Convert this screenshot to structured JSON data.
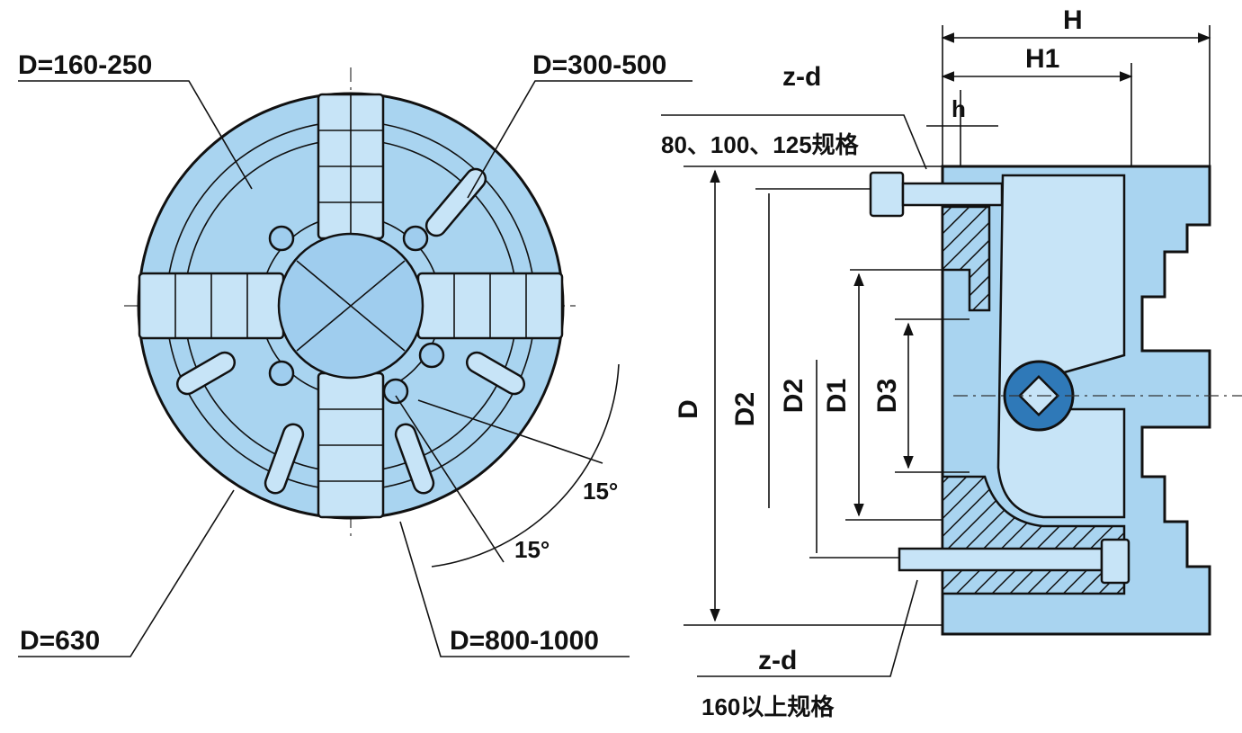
{
  "front_view": {
    "label_d160_250": "D=160-250",
    "label_d300_500": "D=300-500",
    "label_d630": "D=630",
    "label_d800_1000": "D=800-1000",
    "angle_upper": "15°",
    "angle_lower": "15°"
  },
  "side_view": {
    "label_H": "H",
    "label_H1": "H1",
    "label_h": "h",
    "label_zd_top": "z-d",
    "label_spec_top": "80、100、125规格",
    "label_D": "D",
    "label_D2": "D2",
    "label_D2_alt": "D2",
    "label_D1": "D1",
    "label_D3": "D3",
    "label_zd_bottom": "z-d",
    "label_spec_bottom": "160以上规格"
  },
  "colors": {
    "chuck_fill": "#a9d4f0",
    "outline": "#111111"
  }
}
